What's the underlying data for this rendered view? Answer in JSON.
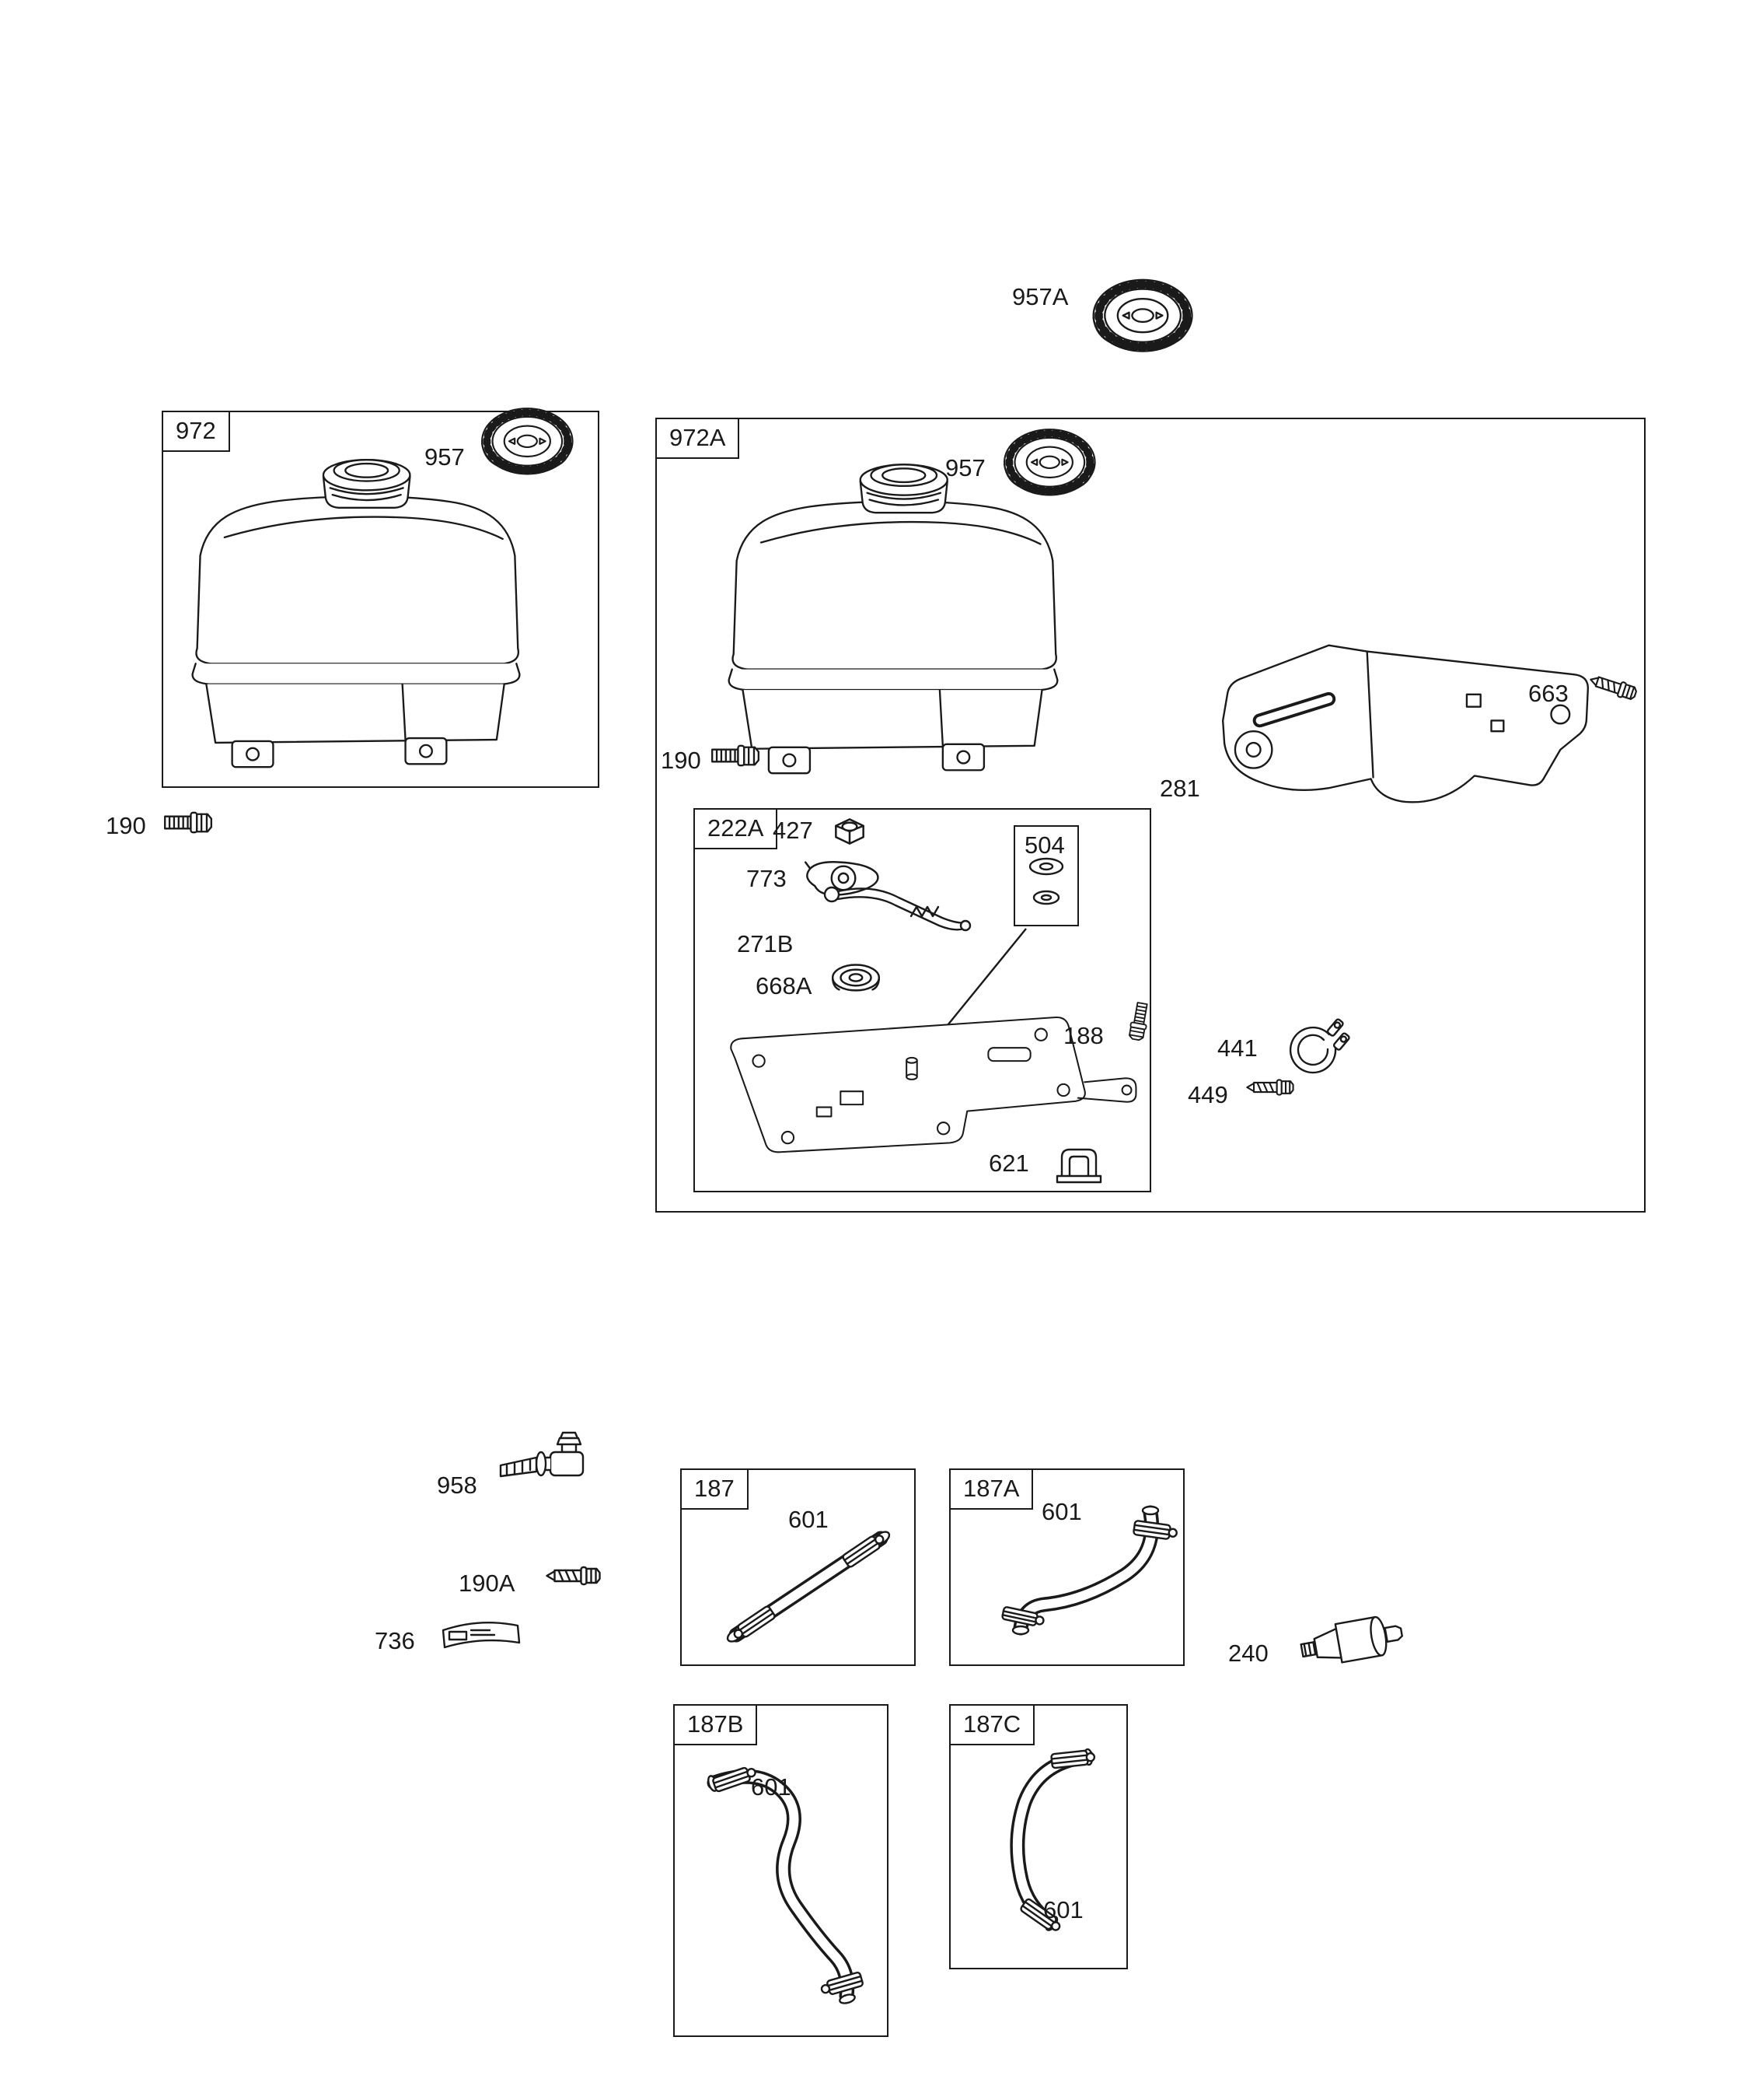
{
  "page": {
    "background": "#ffffff",
    "ink": "#1a1a1a"
  },
  "groups": {
    "g972": "972",
    "g972A": "972A",
    "g222A": "222A",
    "g504": "504",
    "g187": "187",
    "g187A": "187A",
    "g187B": "187B",
    "g187C": "187C"
  },
  "callouts": {
    "cap_top": "957A",
    "cap_972": "957",
    "bolt_972": "190",
    "cap_972A": "957",
    "bolt_972A": "190",
    "bracket": "281",
    "screw_663": "663",
    "nut_427": "427",
    "cam_773": "773",
    "lever_271B": "271B",
    "grommet_668A": "668A",
    "bolt_188": "188",
    "clamp_441": "441",
    "screw_449": "449",
    "clip_621": "621",
    "valve_958": "958",
    "screw_190A": "190A",
    "tag_736": "736",
    "hose_187": "601",
    "hose_187A": "601",
    "hose_187B": "601",
    "hose_187C": "601",
    "filter_240": "240"
  }
}
